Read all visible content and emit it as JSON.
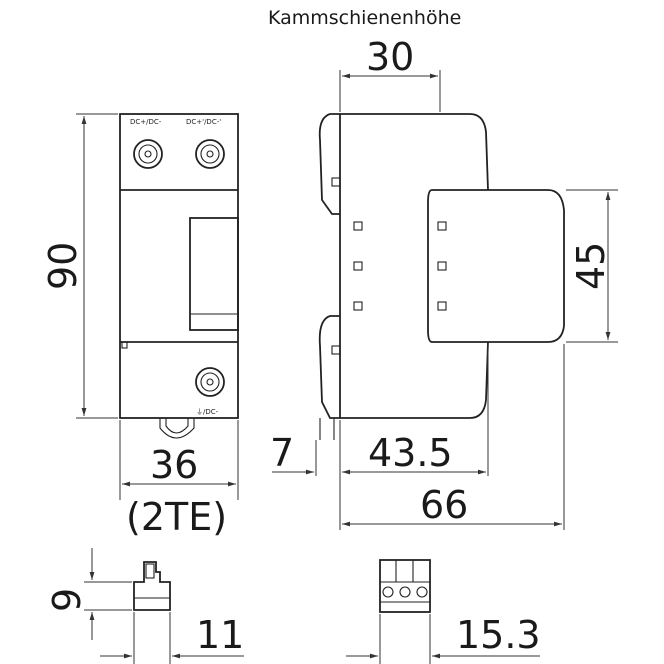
{
  "title": "Kammschienenhöhe",
  "dimensions": {
    "top_width": "30",
    "front_height": "90",
    "side_height": "45",
    "front_width": "36",
    "front_width_modules": "(2TE)",
    "offset": "7",
    "depth_inner": "43.5",
    "depth_total": "66",
    "connector_height": "9",
    "connector_width_small": "11",
    "connector_width_large": "15.3"
  },
  "terminal_labels": {
    "top_left": "DC+/DC-",
    "top_right": "DC+'/DC-'",
    "bottom": "⏚/DC-"
  }
}
